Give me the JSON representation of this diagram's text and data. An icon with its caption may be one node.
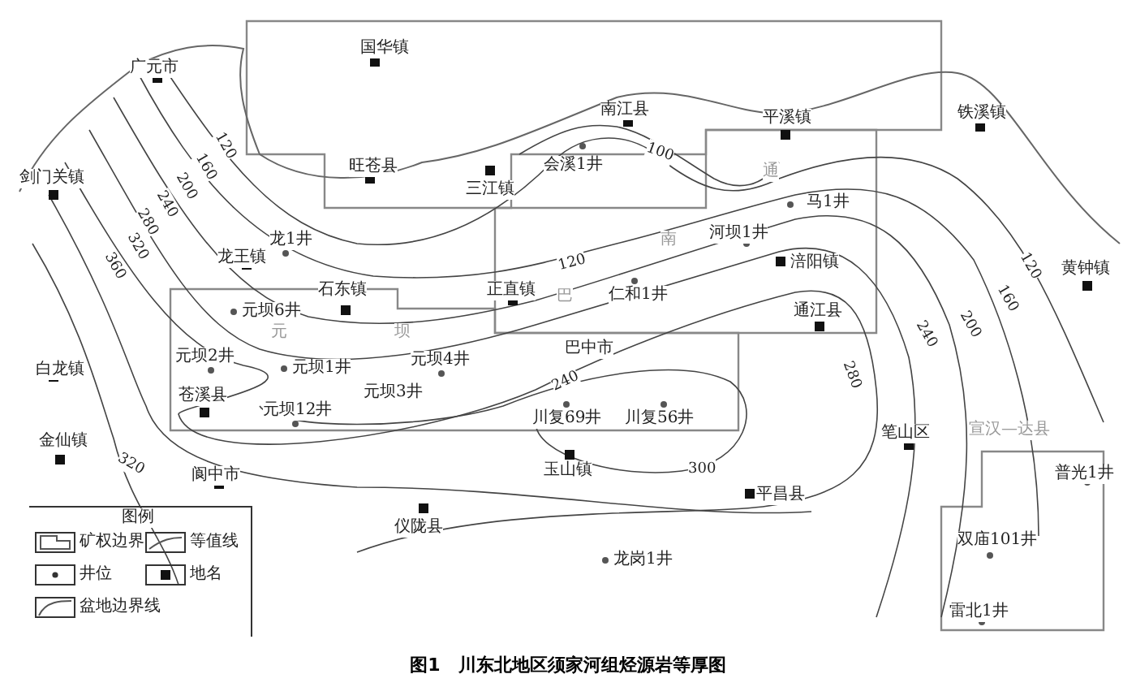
{
  "diagram": {
    "caption": "图1　川东北地区须家河组烃源岩等厚图",
    "labels": [
      "国华镇",
      "广元市",
      "南江县",
      "平溪镇",
      "铁溪镇",
      "旺苍县",
      "三江镇",
      "会溪1井",
      "剑门关镇",
      "通",
      "马1井",
      "南",
      "河坝1井",
      "涪阳镇",
      "黄钟镇",
      "龙1井",
      "龙王镇",
      "石东镇",
      "正直镇",
      "巴",
      "仁和1井",
      "通江县",
      "元坝6井",
      "元",
      "坝",
      "元坝2井",
      "元坝1井",
      "元坝4井",
      "苍溪县",
      "元坝3井",
      "元坝12井",
      "巴中市",
      "川复69井",
      "川复56井",
      "白龙镇",
      "金仙镇",
      "玉山镇",
      "笔山区",
      "宣汉—达县",
      "平昌县",
      "普光1井",
      "阆中市",
      "仪陇县",
      "双庙101井",
      "龙岗1井",
      "雷北1井",
      "120",
      "160",
      "200",
      "240",
      "280",
      "320",
      "360",
      "100",
      "120",
      "240",
      "280",
      "300",
      "120",
      "160",
      "200",
      "240",
      "320",
      "图例"
    ],
    "legend": [
      {
        "text": "矿权边界"
      },
      {
        "text": "等值线"
      },
      {
        "text": "井位"
      },
      {
        "text": "地名"
      },
      {
        "text": "盆地边界线"
      }
    ]
  }
}
